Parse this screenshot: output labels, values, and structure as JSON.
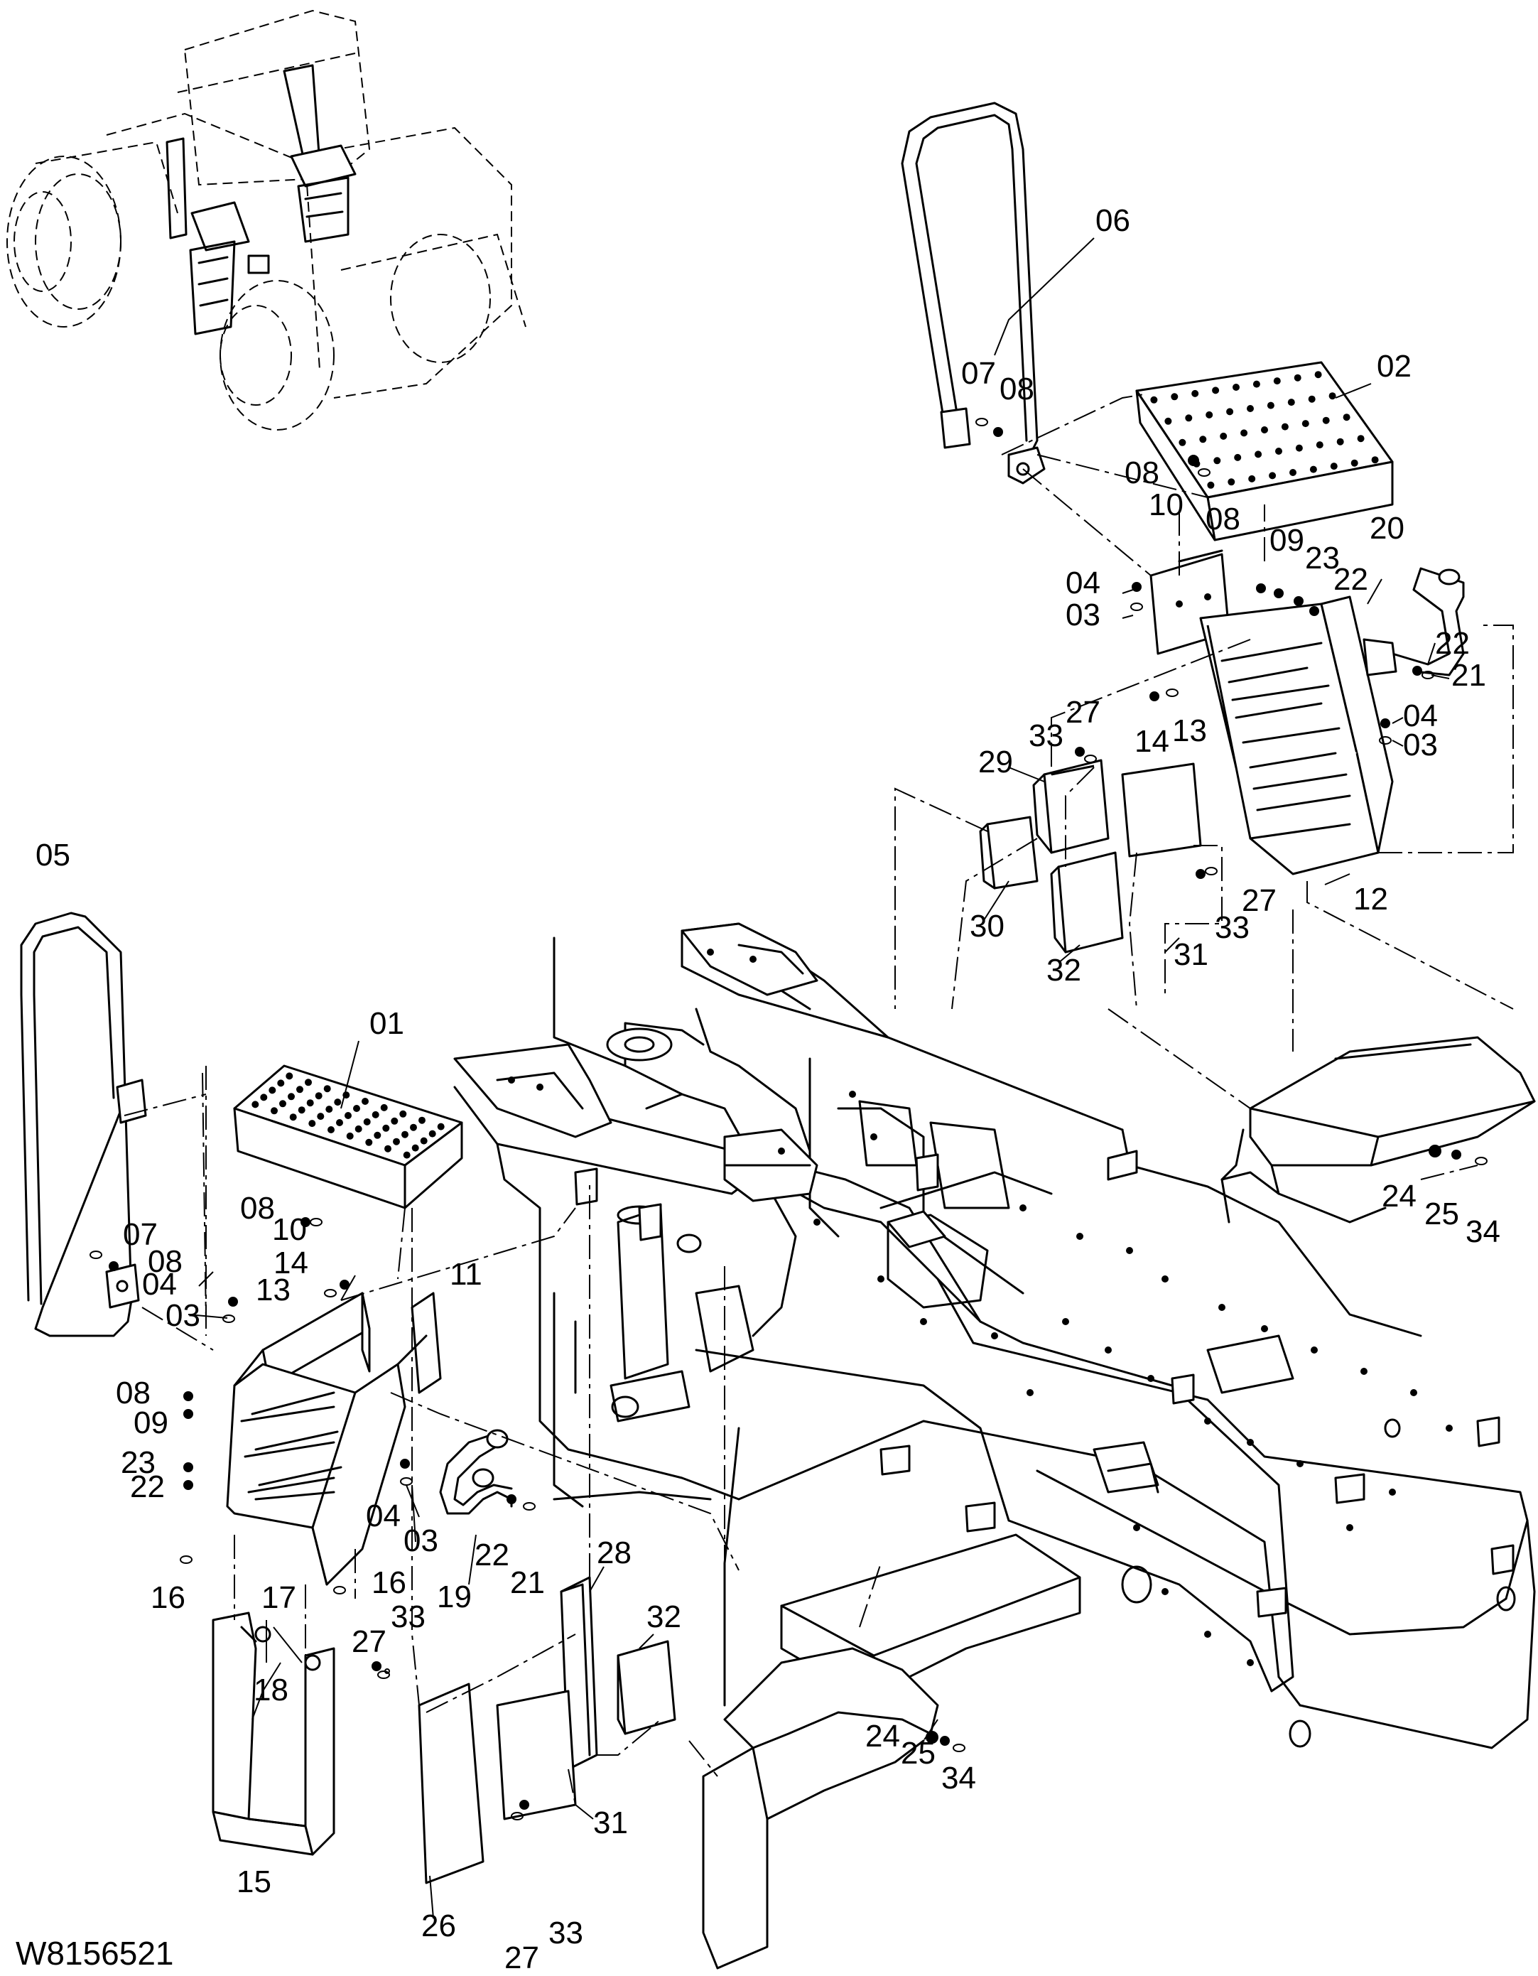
{
  "drawing_number": "W8156521",
  "callouts": [
    {
      "id": "c01",
      "text": "01"
    },
    {
      "id": "c02",
      "text": "02"
    },
    {
      "id": "c03a",
      "text": "03"
    },
    {
      "id": "c03b",
      "text": "03"
    },
    {
      "id": "c03c",
      "text": "03"
    },
    {
      "id": "c03d",
      "text": "03"
    },
    {
      "id": "c04a",
      "text": "04"
    },
    {
      "id": "c04b",
      "text": "04"
    },
    {
      "id": "c04c",
      "text": "04"
    },
    {
      "id": "c04d",
      "text": "04"
    },
    {
      "id": "c05",
      "text": "05"
    },
    {
      "id": "c06",
      "text": "06"
    },
    {
      "id": "c07a",
      "text": "07"
    },
    {
      "id": "c07b",
      "text": "07"
    },
    {
      "id": "c08a",
      "text": "08"
    },
    {
      "id": "c08b",
      "text": "08"
    },
    {
      "id": "c08c",
      "text": "08"
    },
    {
      "id": "c08d",
      "text": "08"
    },
    {
      "id": "c08e",
      "text": "08"
    },
    {
      "id": "c08f",
      "text": "08"
    },
    {
      "id": "c09a",
      "text": "09"
    },
    {
      "id": "c09b",
      "text": "09"
    },
    {
      "id": "c10a",
      "text": "10"
    },
    {
      "id": "c10b",
      "text": "10"
    },
    {
      "id": "c11",
      "text": "11"
    },
    {
      "id": "c12",
      "text": "12"
    },
    {
      "id": "c13a",
      "text": "13"
    },
    {
      "id": "c13b",
      "text": "13"
    },
    {
      "id": "c14a",
      "text": "14"
    },
    {
      "id": "c14b",
      "text": "14"
    },
    {
      "id": "c15",
      "text": "15"
    },
    {
      "id": "c16a",
      "text": "16"
    },
    {
      "id": "c16b",
      "text": "16"
    },
    {
      "id": "c17",
      "text": "17"
    },
    {
      "id": "c18",
      "text": "18"
    },
    {
      "id": "c19",
      "text": "19"
    },
    {
      "id": "c20",
      "text": "20"
    },
    {
      "id": "c21a",
      "text": "21"
    },
    {
      "id": "c21b",
      "text": "21"
    },
    {
      "id": "c22a",
      "text": "22"
    },
    {
      "id": "c22b",
      "text": "22"
    },
    {
      "id": "c22c",
      "text": "22"
    },
    {
      "id": "c22d",
      "text": "22"
    },
    {
      "id": "c23a",
      "text": "23"
    },
    {
      "id": "c23b",
      "text": "23"
    },
    {
      "id": "c24a",
      "text": "24"
    },
    {
      "id": "c24b",
      "text": "24"
    },
    {
      "id": "c25a",
      "text": "25"
    },
    {
      "id": "c25b",
      "text": "25"
    },
    {
      "id": "c26",
      "text": "26"
    },
    {
      "id": "c27a",
      "text": "27"
    },
    {
      "id": "c27b",
      "text": "27"
    },
    {
      "id": "c27c",
      "text": "27"
    },
    {
      "id": "c27d",
      "text": "27"
    },
    {
      "id": "c28",
      "text": "28"
    },
    {
      "id": "c29",
      "text": "29"
    },
    {
      "id": "c30",
      "text": "30"
    },
    {
      "id": "c31a",
      "text": "31"
    },
    {
      "id": "c31b",
      "text": "31"
    },
    {
      "id": "c32a",
      "text": "32"
    },
    {
      "id": "c32b",
      "text": "32"
    },
    {
      "id": "c33a",
      "text": "33"
    },
    {
      "id": "c33b",
      "text": "33"
    },
    {
      "id": "c33c",
      "text": "33"
    },
    {
      "id": "c33d",
      "text": "33"
    },
    {
      "id": "c34a",
      "text": "34"
    },
    {
      "id": "c34b",
      "text": "34"
    }
  ]
}
